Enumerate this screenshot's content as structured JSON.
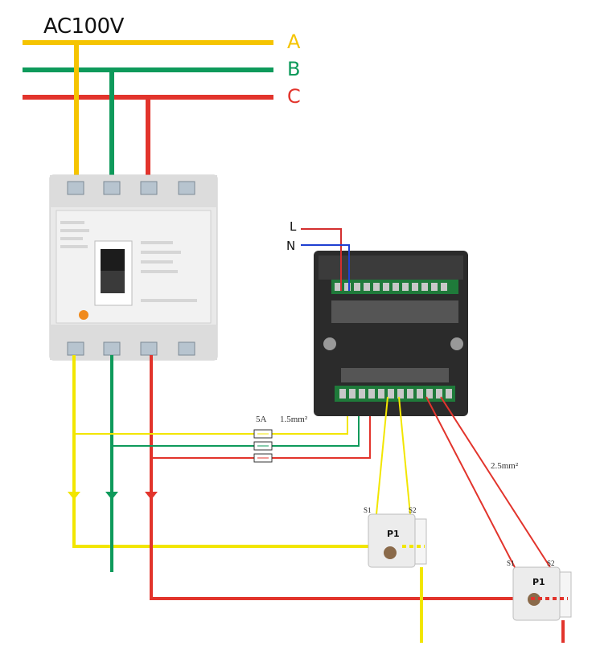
{
  "supply": {
    "voltage_label": "AC100V"
  },
  "phases": [
    {
      "label": "A",
      "color": "#f5c400"
    },
    {
      "label": "B",
      "color": "#0e9a5b"
    },
    {
      "label": "C",
      "color": "#e2342c"
    }
  ],
  "meter_power": {
    "live_label": "L",
    "neutral_label": "N"
  },
  "fuse_label": "5A",
  "voltage_wire_size": "1.5mm²",
  "current_wire_size": "2.5mm²",
  "current_transformers": [
    {
      "s1": "S1",
      "s2": "S2",
      "p": "P1"
    },
    {
      "s1": "S1",
      "s2": "S2",
      "p": "P1"
    }
  ]
}
